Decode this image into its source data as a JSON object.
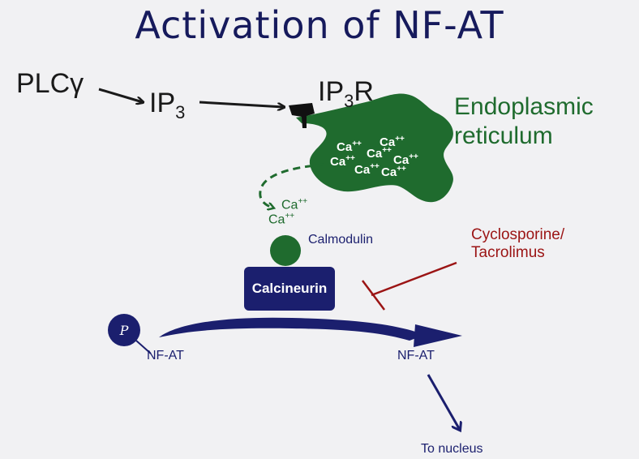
{
  "title": "Activation of NF-AT",
  "labels": {
    "plcg": "PLCγ",
    "ip3_base": "IP",
    "ip3_sub": "3",
    "ip3r_base": "IP",
    "ip3r_sub": "3",
    "ip3r_suffix": "R",
    "er_line1": "Endoplasmic",
    "er_line2": "reticulum",
    "ca": "Ca",
    "ca_charge": "++",
    "calmodulin": "Calmodulin",
    "calcineurin": "Calcineurin",
    "drug_line1": "Cyclosporine/",
    "drug_line2": "Tacrolimus",
    "phosphate": "P",
    "nfat_left": "NF-AT",
    "nfat_right": "NF-AT",
    "to_nucleus": "To nucleus"
  },
  "colors": {
    "background": "#f1f1f3",
    "title": "#161a5c",
    "er_green": "#1f6b2e",
    "navy": "#1b1f6e",
    "inhibitor_red": "#9b1414",
    "text_dark": "#1a1a1a"
  }
}
